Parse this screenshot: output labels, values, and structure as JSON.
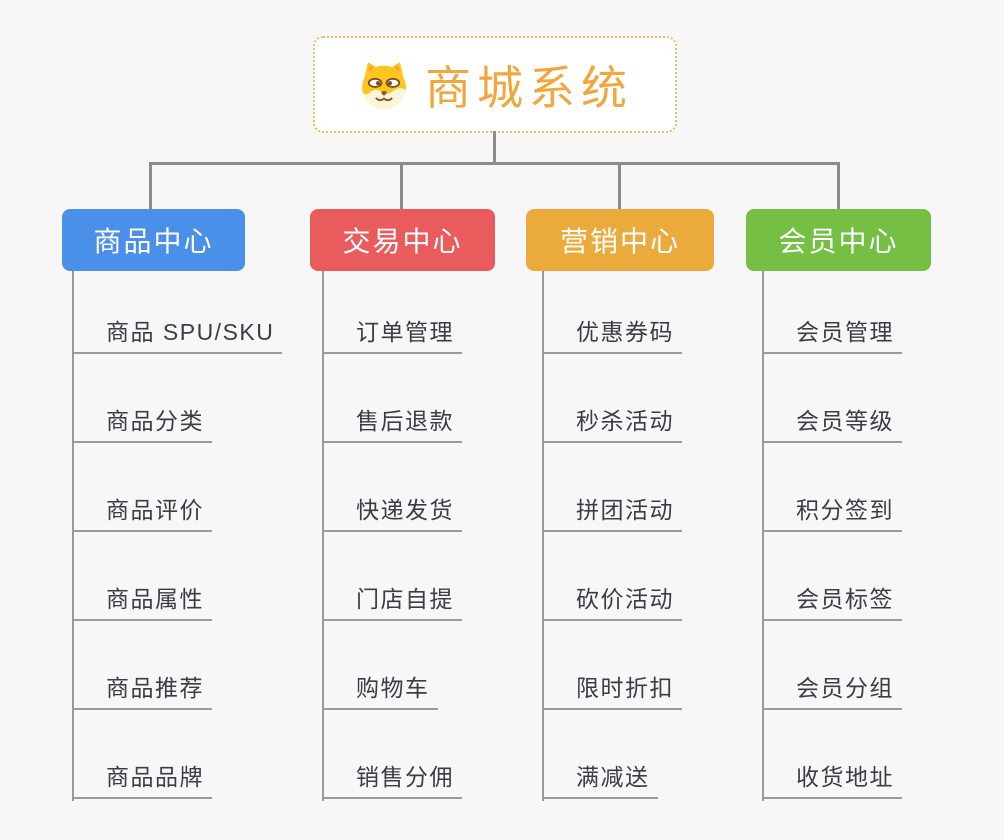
{
  "root": {
    "title": "商城系统",
    "icon": "doge-icon"
  },
  "branches": [
    {
      "label": "商品中心",
      "color": "#4b90e8",
      "items": [
        "商品 SPU/SKU",
        "商品分类",
        "商品评价",
        "商品属性",
        "商品推荐",
        "商品品牌"
      ]
    },
    {
      "label": "交易中心",
      "color": "#e95b5c",
      "items": [
        "订单管理",
        "售后退款",
        "快递发货",
        "门店自提",
        "购物车",
        "销售分佣"
      ]
    },
    {
      "label": "营销中心",
      "color": "#ebab3c",
      "items": [
        "优惠券码",
        "秒杀活动",
        "拼团活动",
        "砍价活动",
        "限时折扣",
        "满减送"
      ]
    },
    {
      "label": "会员中心",
      "color": "#75c044",
      "items": [
        "会员管理",
        "会员等级",
        "积分签到",
        "会员标签",
        "会员分组",
        "收货地址"
      ]
    }
  ],
  "colors": {
    "title": "#f0a73d",
    "root_border": "#f4bb62",
    "tree_line": "#8c8c8c",
    "branch_line": "#9a9a9a",
    "item_text": "#3a3e44",
    "background": "#f7f7f8"
  }
}
